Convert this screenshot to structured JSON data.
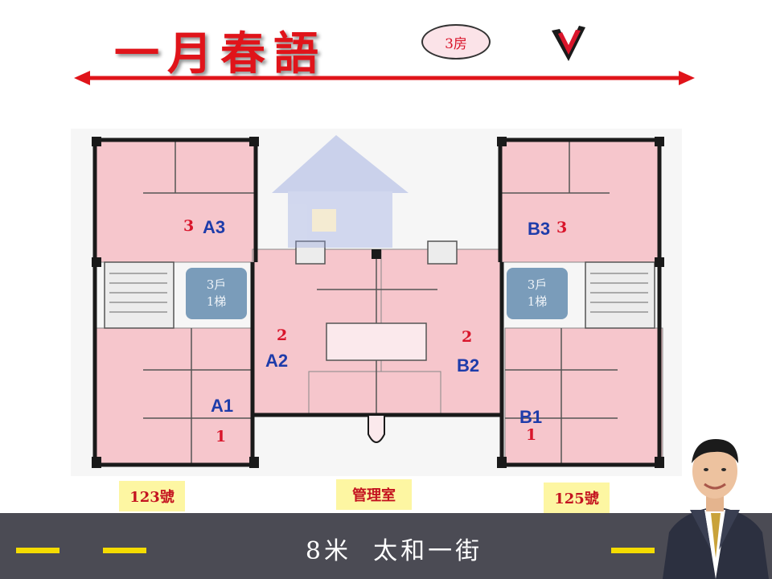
{
  "header": {
    "title": "一月春語",
    "rooms_badge": "3房"
  },
  "units": {
    "a3": {
      "name": "A3",
      "floor_mark": "3"
    },
    "b3": {
      "name": "B3",
      "floor_mark": "3"
    },
    "a2": {
      "name": "A2",
      "floor_mark": "2"
    },
    "b2": {
      "name": "B2",
      "floor_mark": "2"
    },
    "a1": {
      "name": "A1",
      "floor_mark": "1"
    },
    "b1": {
      "name": "B1",
      "floor_mark": "1"
    }
  },
  "elevator_left": {
    "line1": "3戶",
    "line2": "1梯"
  },
  "elevator_right": {
    "line1": "3戶",
    "line2": "1梯"
  },
  "labels": {
    "address_left": "123號",
    "management": "管理室",
    "address_right": "125號"
  },
  "road": {
    "name": "8米  太和一街"
  },
  "colors": {
    "title_red": "#e0141a",
    "room_pink": "#f6c6cc",
    "wall_dark": "#1a1a1a",
    "label_yellow": "#fdf6a2",
    "road_gray": "#4b4b54",
    "lane_yellow": "#f4dc00",
    "unit_blue": "#1e3caa"
  }
}
